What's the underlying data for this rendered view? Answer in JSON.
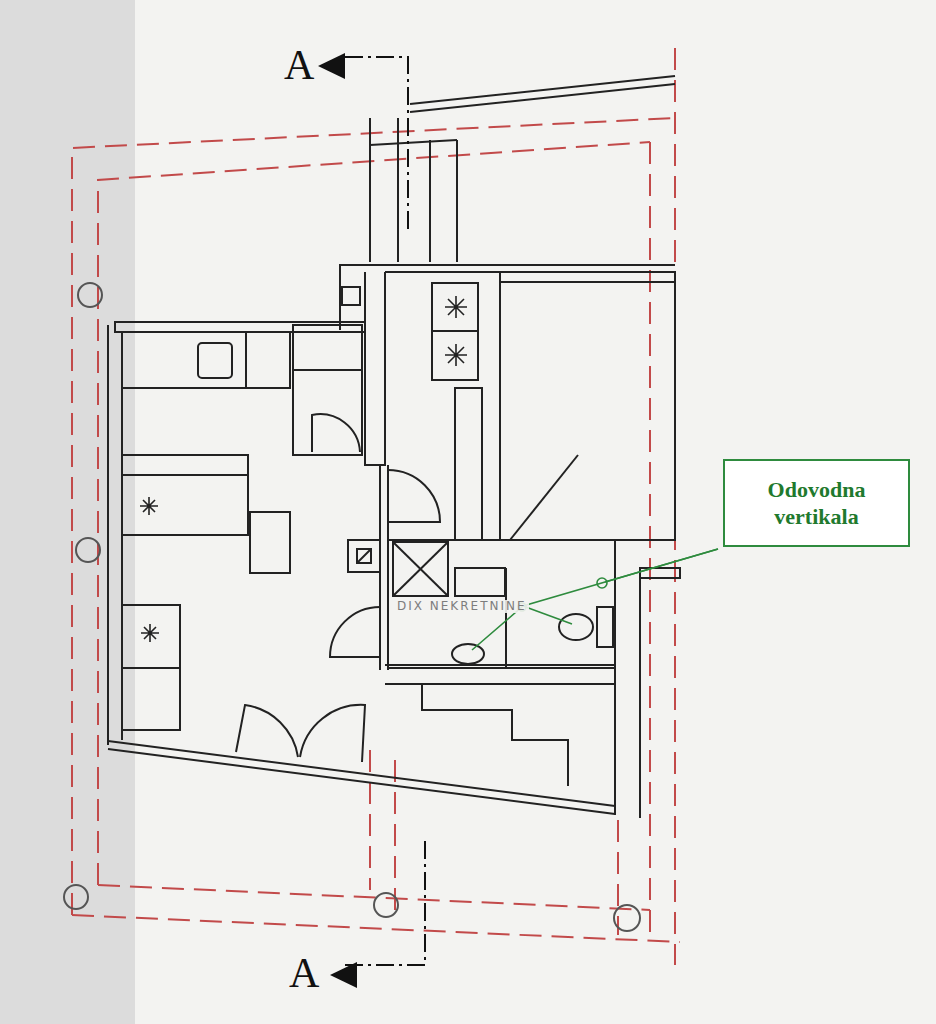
{
  "diagram": {
    "nodes": [
      {
        "text": [
          "Odovodna vertikala"
        ]
      }
    ],
    "edges": [],
    "labels": [
      "A",
      "A",
      "DIX NEKRETNINE"
    ]
  }
}
